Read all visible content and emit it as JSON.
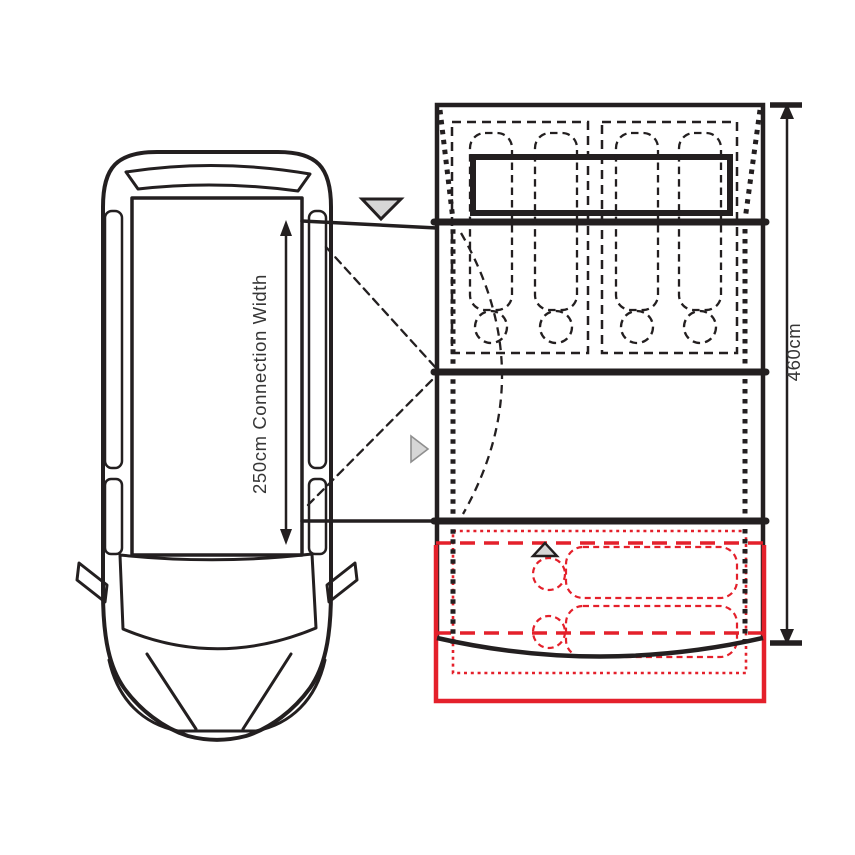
{
  "diagram": {
    "kind": "drive-away awning floor plan, top view, with campervan",
    "van": {
      "view": "top-down",
      "position": "left"
    },
    "awning": {
      "position": "right",
      "sections": [
        "bedroom area with 4 sleeping positions (dashed figures)",
        "living area",
        "front annex shown in red with 2 sleeping positions"
      ],
      "sleeping_positions_bedrooms": 4,
      "sleeping_positions_annex": 2,
      "door_markers": 3
    }
  },
  "labels": {
    "connection_width": "250cm Connection Width",
    "awning_depth": "460cm"
  },
  "colors": {
    "ink": "#231f20",
    "red": "#e4202b",
    "triangle_fill": "#d6d6d6",
    "triangle_gray_outline": "#8f8f8f",
    "label_text": "#363636"
  }
}
